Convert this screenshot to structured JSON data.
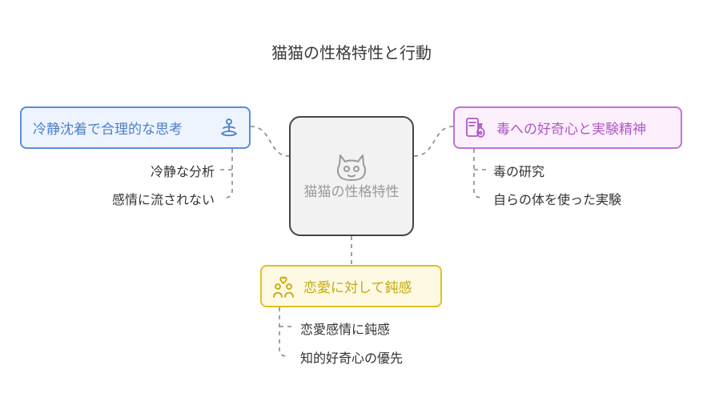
{
  "title": "猫猫の性格特性と行動",
  "center": {
    "label": "猫猫の性格特性",
    "icon": "cat-face-icon"
  },
  "branches": [
    {
      "label": "冷静沈着で合理的な思考",
      "icon": "meditation-icon",
      "color": "#5b8ed6",
      "items": [
        "冷静な分析",
        "感情に流されない"
      ]
    },
    {
      "label": "毒への好奇心と実験精神",
      "icon": "potion-flask-icon",
      "color": "#c271d5",
      "items": [
        "毒の研究",
        "自らの体を使った実験"
      ]
    },
    {
      "label": "恋愛に対して鈍感",
      "icon": "couple-heart-icon",
      "color": "#e0c11f",
      "items": [
        "恋愛感情に鈍感",
        "知的好奇心の優先"
      ]
    }
  ]
}
